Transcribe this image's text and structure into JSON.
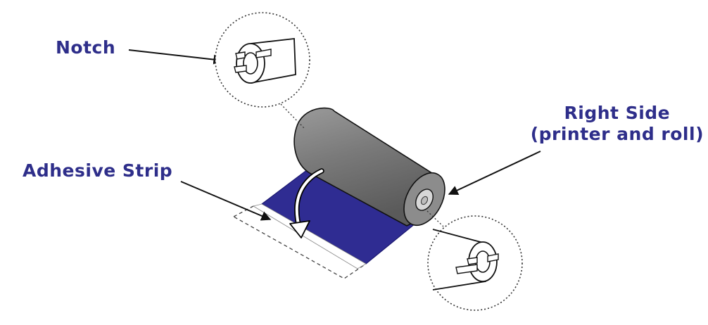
{
  "labels": {
    "notch": "Notch",
    "adhesive_strip": "Adhesive Strip",
    "right_side_line1": "Right Side",
    "right_side_line2": "(printer and roll)"
  },
  "colors": {
    "label_text": "#2e2e8a",
    "ribbon": "#2f2c92",
    "ribbon_edge": "#1b1870",
    "roll_body": "#7d7d7d",
    "roll_end": "#9a9a9a",
    "outline": "#111111"
  },
  "icons": {
    "notch_detail": "core-notch-icon",
    "rotation_arrow": "curved-arrow-icon"
  }
}
